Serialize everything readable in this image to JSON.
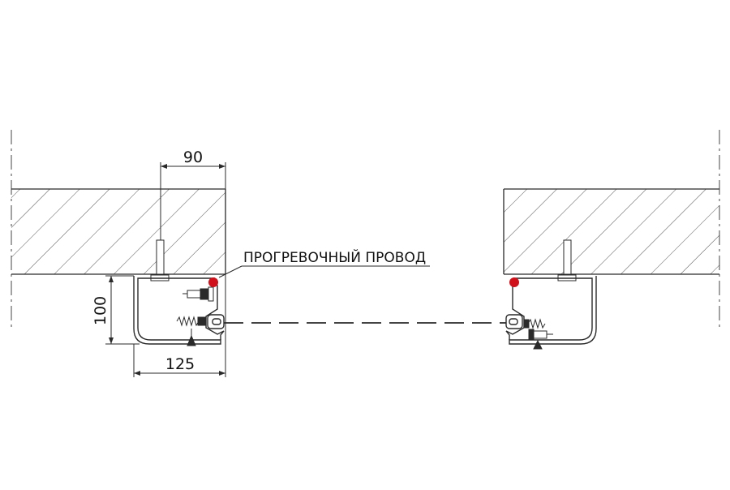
{
  "labels": {
    "heating_wire": "ПРОГРЕВОЧНЫЙ ПРОВОД"
  },
  "dimensions": {
    "top": "90",
    "height": "100",
    "width": "125"
  },
  "colors": {
    "line": "#2a2a2a",
    "hatch": "#555555",
    "wire_dot": "#d0101a",
    "background": "#ffffff"
  }
}
